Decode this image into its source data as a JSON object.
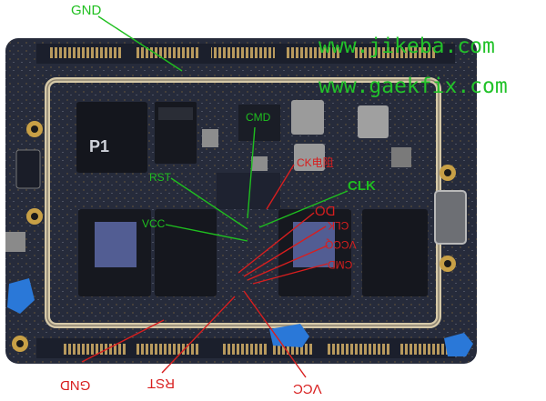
{
  "watermarks": {
    "line1": "www.jikeba.com",
    "line2": "www.gaekfix.com"
  },
  "chip_marks": {
    "p1": "P1"
  },
  "green_labels": {
    "gnd": "GND",
    "cmd": "CMD",
    "rst": "RST",
    "vcc": "VCC",
    "clk": "CLK"
  },
  "red_labels": {
    "cn_resistor": "CK电阻",
    "do": "DO",
    "clk": "CLK",
    "vccq": "VCCQ",
    "cmd": "CMD",
    "gnd": "GND",
    "rst": "RST",
    "vcc": "VCC"
  },
  "colors": {
    "board": "#24293a",
    "green_label": "#1fbf1f",
    "red_label": "#d81e1e",
    "frame": "#d6c9a8",
    "blue_tape": "#2a78d8"
  }
}
